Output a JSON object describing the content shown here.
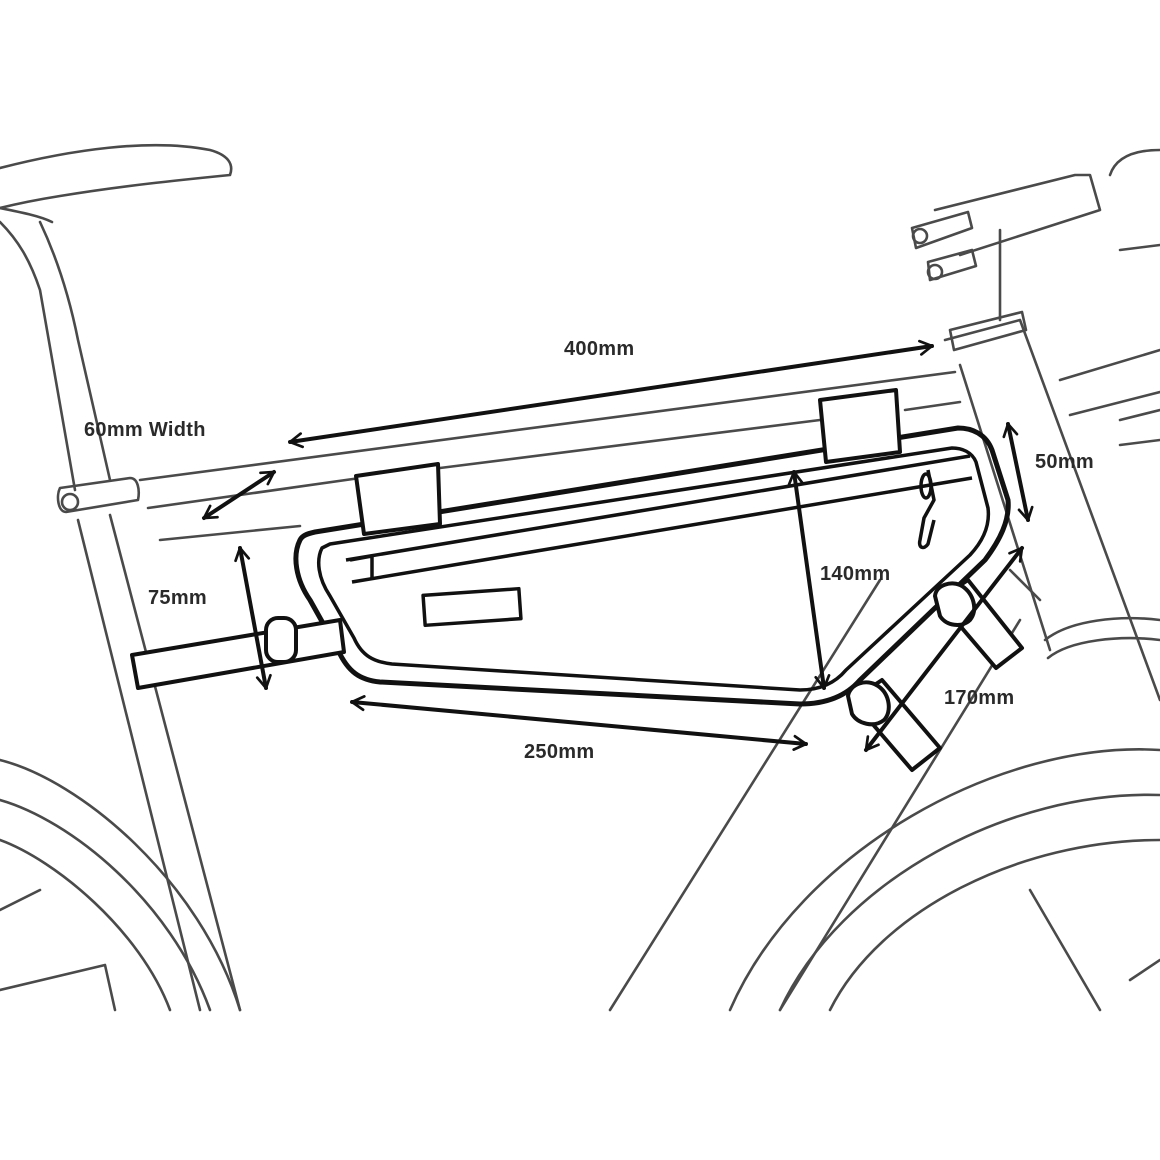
{
  "dimensions": {
    "top_tube_length": "400mm",
    "width": "60mm Width",
    "rear_height": "75mm",
    "bag_height": "140mm",
    "front_height": "50mm",
    "bottom_length": "250mm",
    "front_length": "170mm"
  },
  "colors": {
    "frame_line": "#4a4a4a",
    "bag_line": "#111111",
    "label_text": "#2a2a2a",
    "background": "#ffffff"
  }
}
